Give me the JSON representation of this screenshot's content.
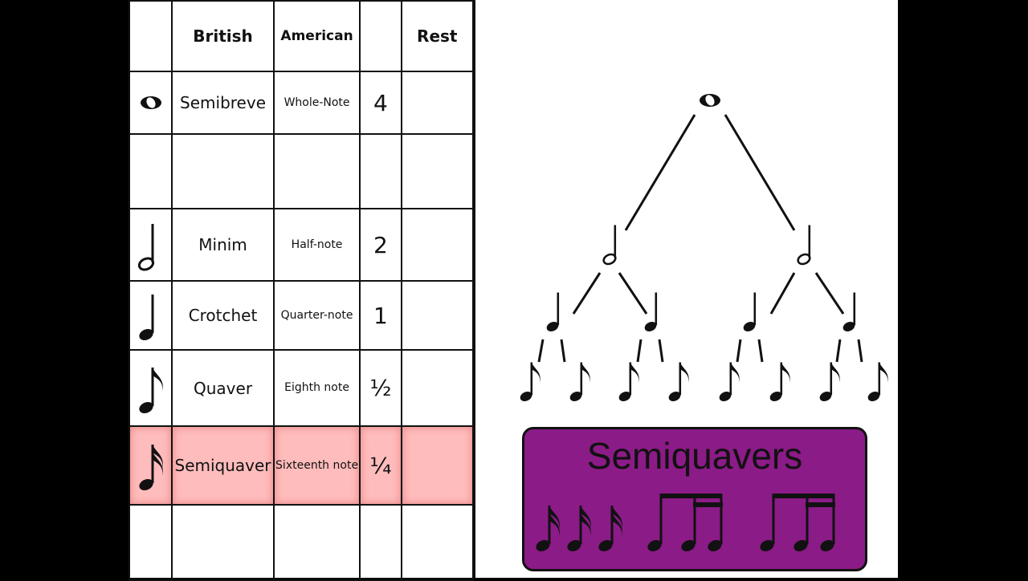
{
  "table": {
    "headers": [
      "",
      "British",
      "American",
      "",
      "Rest"
    ],
    "rows": [
      {
        "note": "semibreve",
        "british": "Semibreve",
        "american": "Whole-Note",
        "value": "4",
        "highlight": false
      },
      {
        "note": "",
        "british": "",
        "american": "",
        "value": "",
        "highlight": false
      },
      {
        "note": "minim",
        "british": "Minim",
        "american": "Half-note",
        "value": "2",
        "highlight": false
      },
      {
        "note": "crotchet",
        "british": "Crotchet",
        "american": "Quarter-note",
        "value": "1",
        "highlight": false
      },
      {
        "note": "quaver",
        "british": "Quaver",
        "american": "Eighth note",
        "value": "½",
        "highlight": false
      },
      {
        "note": "semiquaver",
        "british": "Semiquaver",
        "american": "Sixteenth note",
        "value": "¼",
        "highlight": true
      },
      {
        "note": "",
        "british": "",
        "american": "",
        "value": "",
        "highlight": false
      }
    ]
  },
  "tree": {
    "root": "semibreve-icon",
    "levels": [
      "minim-icon",
      "crotchet-icon",
      "quaver-icon"
    ]
  },
  "semiquaver_box": {
    "title": "Semiquavers",
    "color": "#8b1b87",
    "icons": [
      "semiquaver-icon",
      "semiquaver-icon",
      "semiquaver-icon",
      "beamed-quaver-semiquaver-icon",
      "beamed-dotted-semiquaver-icon"
    ]
  },
  "colors": {
    "highlight_row": "#ffbcbc",
    "background": "#000000",
    "slide": "#ffffff"
  }
}
